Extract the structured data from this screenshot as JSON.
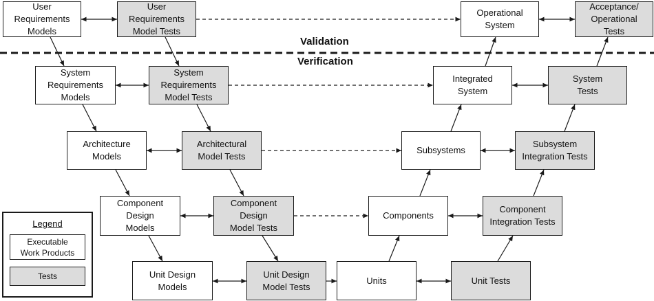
{
  "boxes": {
    "user_req_models": "User\nRequirements\nModels",
    "user_req_model_tests": "User\nRequirements\nModel Tests",
    "operational_system": "Operational\nSystem",
    "acceptance_tests": "Acceptance/\nOperational\nTests",
    "system_req_models": "System\nRequirements\nModels",
    "system_req_model_tests": "System\nRequirements\nModel Tests",
    "integrated_system": "Integrated\nSystem",
    "system_tests": "System\nTests",
    "architecture_models": "Architecture\nModels",
    "architectural_model_tests": "Architectural\nModel Tests",
    "subsystems": "Subsystems",
    "subsystem_integration_tests": "Subsystem\nIntegration Tests",
    "component_design_models": "Component\nDesign\nModels",
    "component_design_model_tests": "Component\nDesign\nModel Tests",
    "components": "Components",
    "component_integration_tests": "Component\nIntegration Tests",
    "unit_design_models": "Unit Design\nModels",
    "unit_design_model_tests": "Unit Design\nModel Tests",
    "units": "Units",
    "unit_tests": "Unit Tests"
  },
  "bands": {
    "validation": "Validation",
    "verification": "Verification"
  },
  "legend": {
    "title": "Legend",
    "executable": "Executable\nWork Products",
    "tests": "Tests"
  },
  "colors": {
    "test_fill": "#dcdcdc",
    "product_fill": "#ffffff",
    "line": "#1a1a1a"
  }
}
